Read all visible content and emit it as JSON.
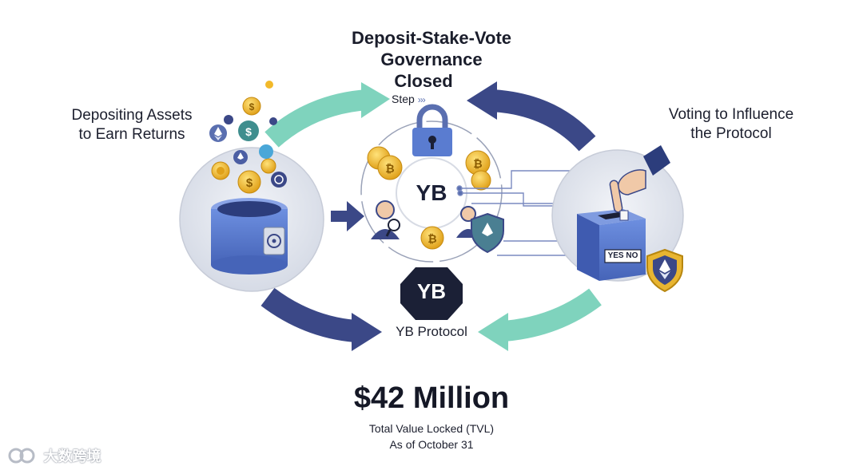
{
  "title": {
    "line1": "Deposit-Stake-Vote",
    "line2": "Governance",
    "line3": "Closed",
    "line4": "Step",
    "step_arrow": "›››"
  },
  "left_stage": {
    "line1": "Depositing Assets",
    "line2": "to Earn Returns"
  },
  "right_stage": {
    "line1": "Voting to Influence",
    "line2": "the Protocol"
  },
  "center": {
    "logo_text": "YB",
    "badge_text": "YB",
    "protocol_label": "YB Protocol"
  },
  "ballot": {
    "label": "YES NO"
  },
  "tvl": {
    "amount": "$42 Million",
    "description": "Total Value Locked (TVL)",
    "date": "As of October 31"
  },
  "watermark": {
    "text": "大数跨境"
  },
  "colors": {
    "teal": "#7fd3bd",
    "navy": "#3b4887",
    "circle": "#dfe3ec",
    "gold": "#f2b92a",
    "box_blue": "#5877c8",
    "dark_badge": "#1b2036"
  },
  "icons": [
    "coin-icon",
    "ethereum-icon",
    "lock-icon",
    "user-icon",
    "shield-icon",
    "hand-icon",
    "ballot-box-icon",
    "safe-icon"
  ]
}
